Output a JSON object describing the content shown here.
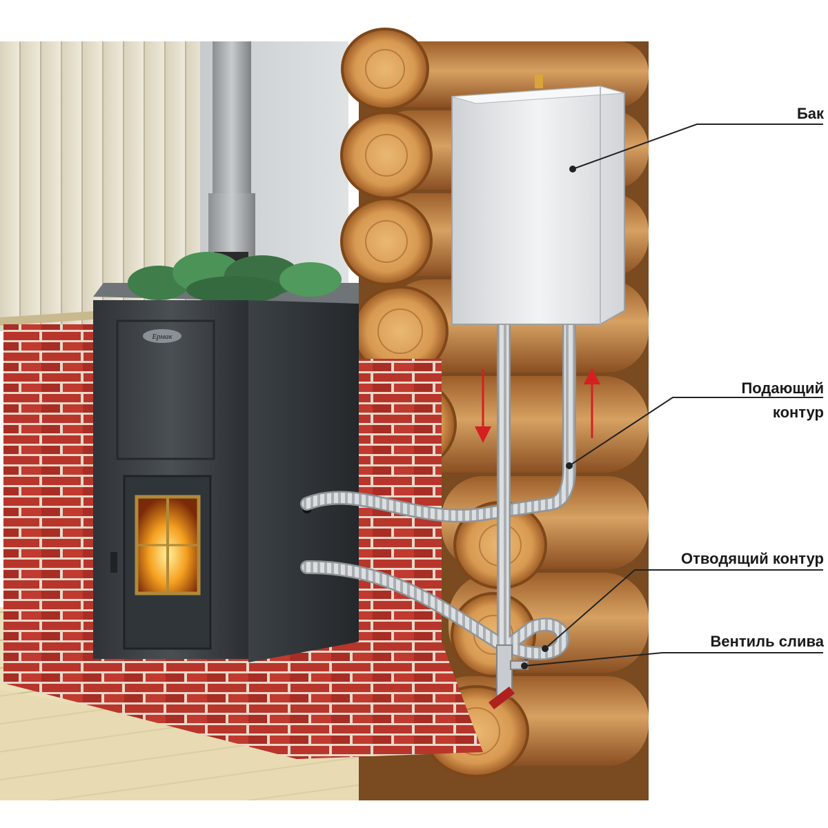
{
  "labels": {
    "tank": "Бак",
    "supply_line1": "Подающий",
    "supply_line2": "контур",
    "return": "Отводящий контур",
    "drain_valve": "Вентиль слива"
  },
  "stove": {
    "emblem": "Ермак"
  },
  "colors": {
    "stove_body": "#3a3e42",
    "brick": "#b5322a",
    "log": "#c9863f",
    "tank": "#e4e6e8",
    "valve": "#b0201c",
    "flow_arrow": "#d42020",
    "leader_line": "#222222"
  }
}
